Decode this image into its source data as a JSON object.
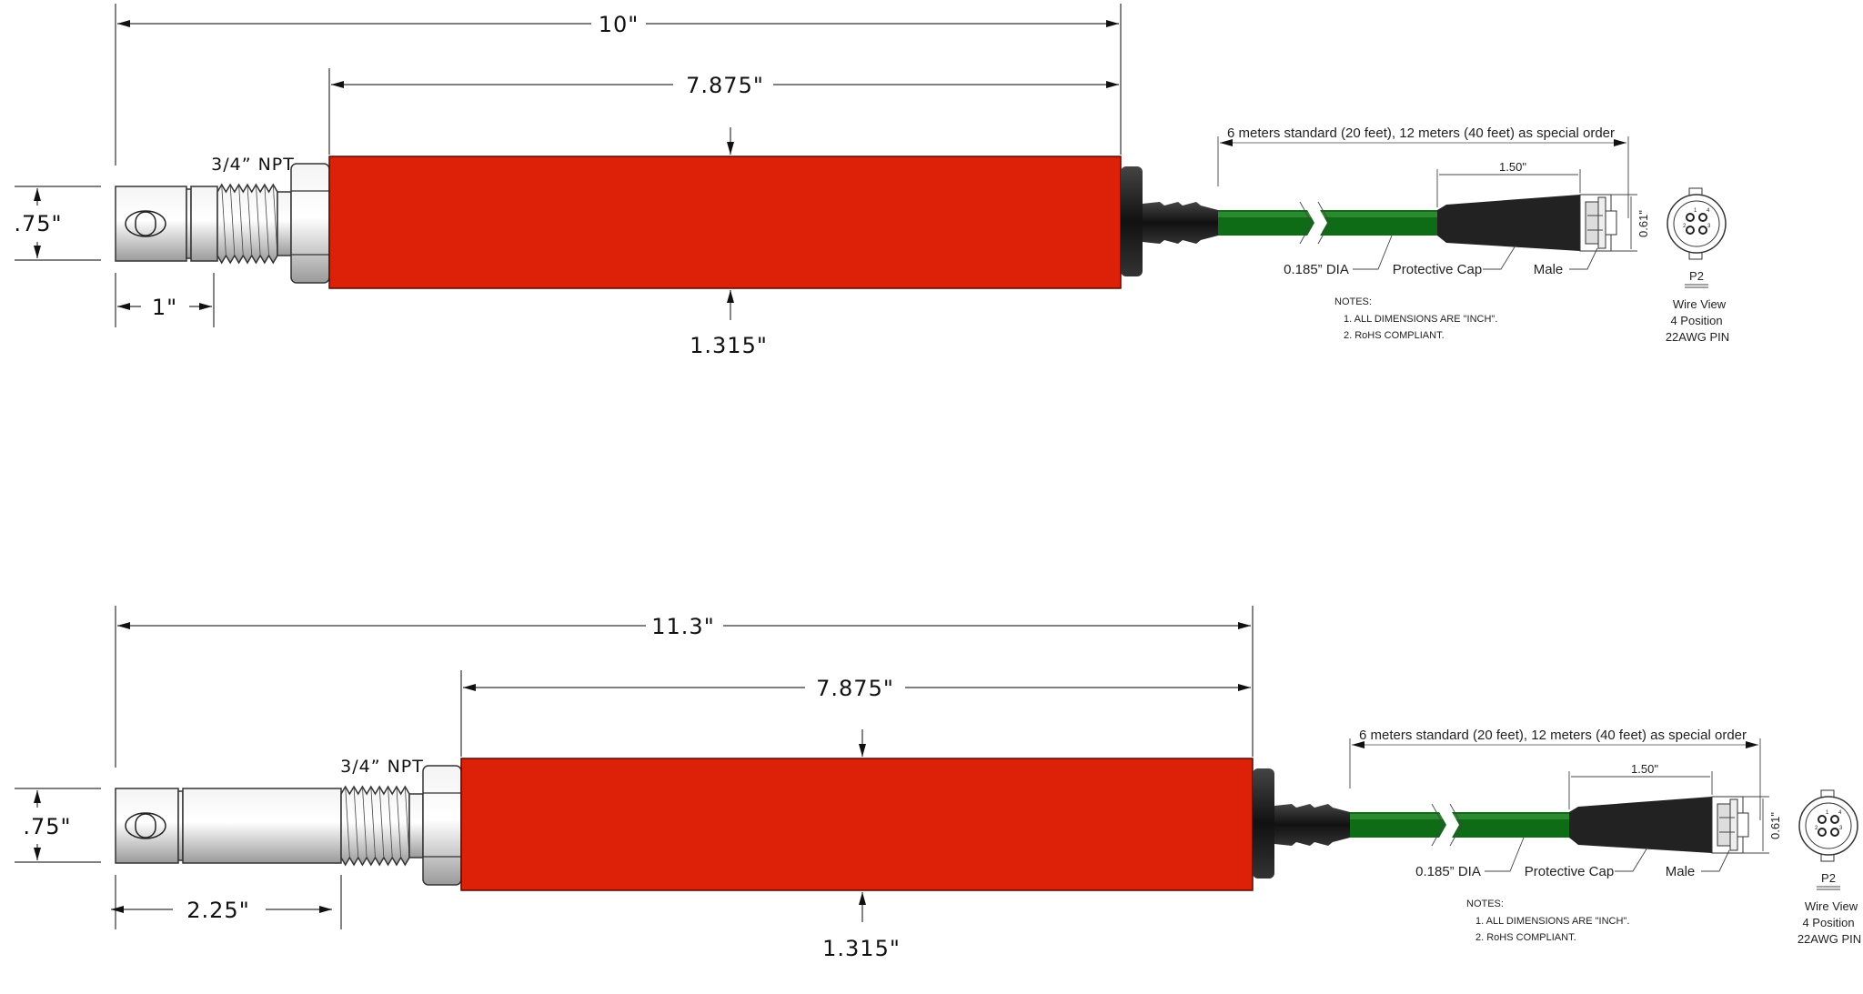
{
  "colors": {
    "body": "#dd2008",
    "cable": "#0e6b16",
    "boot": "#222222",
    "metal": "#d8d8d8"
  },
  "drawings": [
    {
      "overall_length": "10\"",
      "body_length": "7.875\"",
      "body_diameter": "1.315\"",
      "tip_diameter": ".75\"",
      "tip_length": "1\"",
      "thread": "3/4” NPT"
    },
    {
      "overall_length": "11.3\"",
      "body_length": "7.875\"",
      "body_diameter": "1.315\"",
      "tip_diameter": ".75\"",
      "tip_length": "2.25\"",
      "thread": "3/4” NPT"
    }
  ],
  "cable": {
    "length_note": "6 meters standard (20 feet), 12 meters (40 feet) as special order",
    "boot_length": "1.50\"",
    "connector_diameter": "0.61\"",
    "cable_dia_label": "0.185” DIA",
    "cap_label": "Protective Cap",
    "male_label": "Male",
    "notes_title": "NOTES:",
    "note_1": "1. ALL DIMENSIONS ARE \"INCH\".",
    "note_2": "2. RoHS COMPLIANT.",
    "connector_name": "P2",
    "wire_view": "Wire View",
    "positions": "4 Position",
    "pin": "22AWG PIN",
    "pin_numbers": [
      "1",
      "4",
      "2",
      "3"
    ]
  }
}
